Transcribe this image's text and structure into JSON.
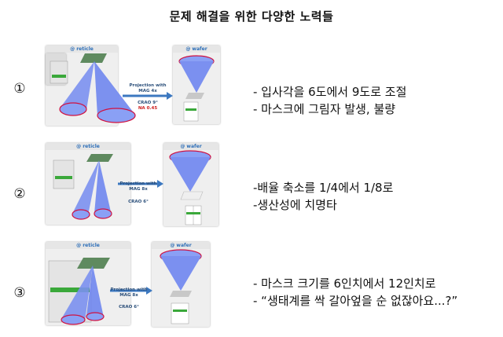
{
  "title": "문제 해결을 위한 다양한 노력들",
  "rows": [
    {
      "number": "①",
      "reticle_tag": "@ reticle",
      "wafer_tag": "@ wafer",
      "projection": "Projection with",
      "mag": "MAG 4x",
      "crao": "CRAO 9°",
      "na": "NA 0.45",
      "lines": [
        "- 입사각을 6도에서 9도로 조절",
        "- 마스크에 그림자 발생, 불량"
      ]
    },
    {
      "number": "②",
      "reticle_tag": "@ reticle",
      "wafer_tag": "@ wafer",
      "projection": "Projection with",
      "mag": "MAG 8x",
      "crao": "CRAO 6°",
      "lines": [
        "-배율 축소를 1/4에서 1/8로",
        "-생산성에 치명타"
      ]
    },
    {
      "number": "③",
      "reticle_tag": "@ reticle",
      "wafer_tag": "@ wafer",
      "projection": "Projection with",
      "mag": "MAG 8x",
      "crao": "CRAO 6°",
      "lines": [
        "- 마스크 크기를 6인치에서 12인치로",
        "- “생태계를 싹 갈아엎을 순 없잖아요...?”"
      ]
    }
  ],
  "colors": {
    "cone": "#7b90f0",
    "rim": "#d01040",
    "arrow": "#3c78c0",
    "stripe": "#3aa83a",
    "mask": "#5f8a5f"
  }
}
